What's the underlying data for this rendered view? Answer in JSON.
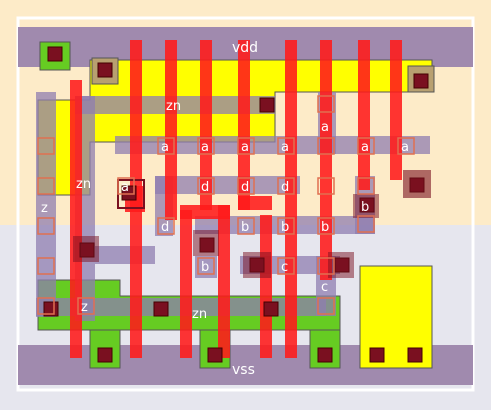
{
  "rails": {
    "vdd": "vdd",
    "vss": "vss"
  },
  "nets": {
    "zn_upper": "zn",
    "zn_left": "zn",
    "zn_lower": "zn",
    "z_left": "z",
    "z_lower": "z",
    "a": [
      "a",
      "a",
      "a",
      "a",
      "a",
      "a",
      "a",
      "a"
    ],
    "d": [
      "d",
      "d",
      "d",
      "d"
    ],
    "b": [
      "b",
      "b",
      "b",
      "b",
      "b"
    ],
    "c": [
      "c",
      "c"
    ]
  },
  "colors": {
    "nwell": "#fdebc8",
    "pwell": "#e6e6ee",
    "metal_rail": "#a08aae",
    "metal1": "#9b8ab4",
    "poly": "#ff2020",
    "pdiff": "#ffff00",
    "ndiff": "#66cc22",
    "contact": "#7a1020",
    "via_outline": "#e07050"
  }
}
